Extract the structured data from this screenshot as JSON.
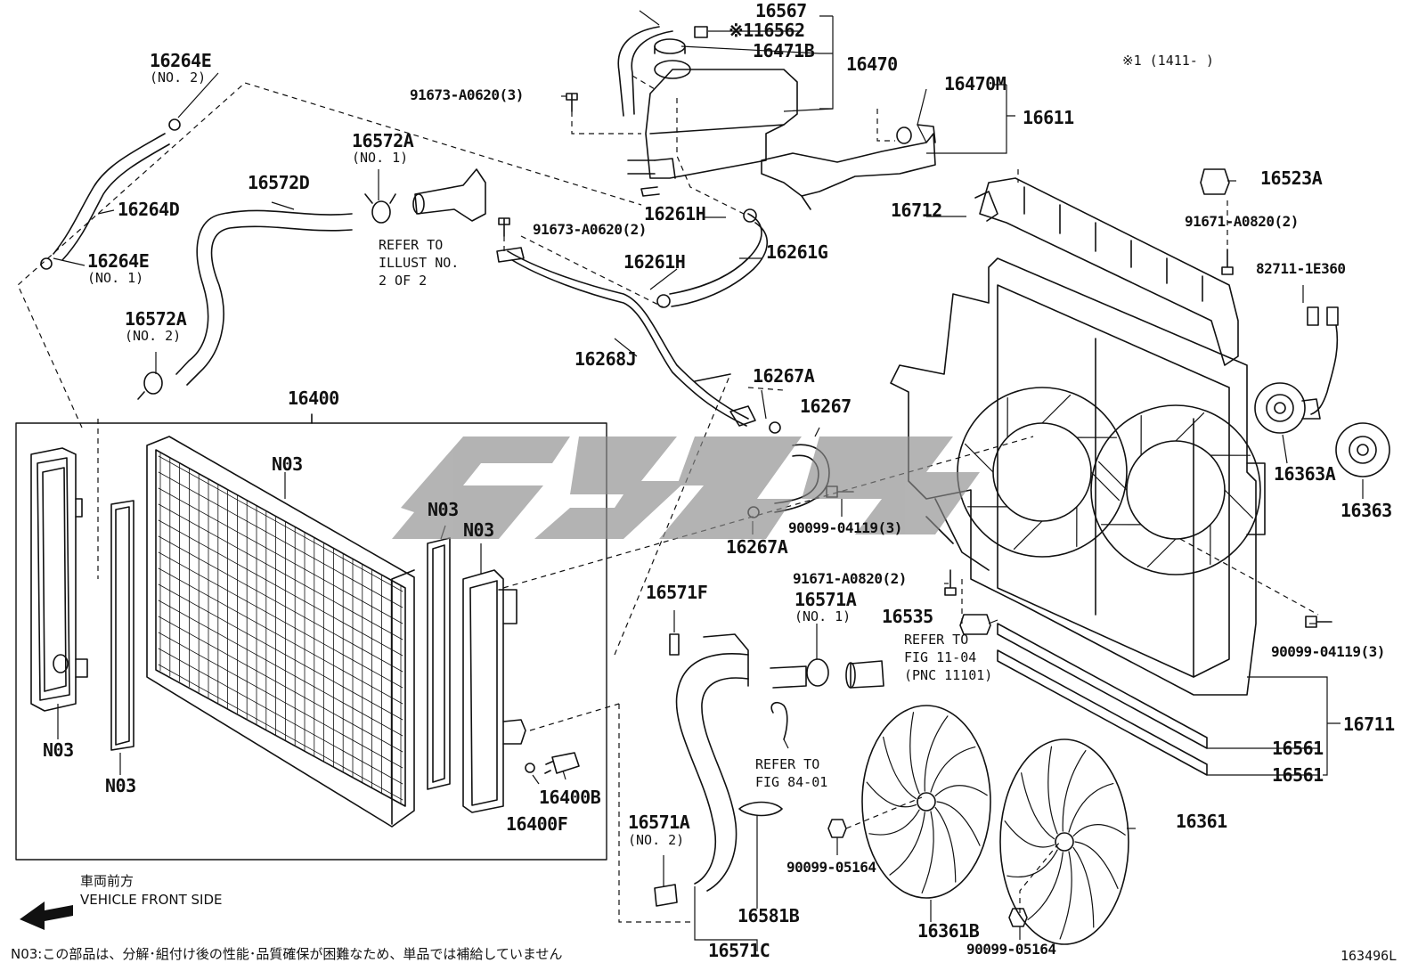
{
  "callouts": [
    {
      "id": "16567",
      "text": "16567"
    },
    {
      "id": "16562",
      "text": "※116562"
    },
    {
      "id": "16471B",
      "text": "16471B"
    },
    {
      "id": "16470",
      "text": "16470"
    },
    {
      "id": "range_note",
      "text": "※1 (1411-    )"
    },
    {
      "id": "91673a",
      "text": "91673-A0620(3)"
    },
    {
      "id": "16470M",
      "text": "16470M"
    },
    {
      "id": "16611",
      "text": "16611"
    },
    {
      "id": "16264E_2",
      "text": "16264E"
    },
    {
      "id": "16264E_2n",
      "text": "(NO. 2)"
    },
    {
      "id": "16572A_1",
      "text": "16572A"
    },
    {
      "id": "16572A_1n",
      "text": "(NO. 1)"
    },
    {
      "id": "16572D",
      "text": "16572D"
    },
    {
      "id": "16264D",
      "text": "16264D"
    },
    {
      "id": "refer1a",
      "text": "REFER TO"
    },
    {
      "id": "refer1b",
      "text": "ILLUST NO."
    },
    {
      "id": "refer1c",
      "text": "2 OF 2"
    },
    {
      "id": "16261H_a",
      "text": "16261H"
    },
    {
      "id": "91673b",
      "text": "91673-A0620(2)"
    },
    {
      "id": "16712",
      "text": "16712"
    },
    {
      "id": "16523A",
      "text": "16523A"
    },
    {
      "id": "91671a",
      "text": "91671-A0820(2)"
    },
    {
      "id": "16264E_1",
      "text": "16264E"
    },
    {
      "id": "16264E_1n",
      "text": "(NO. 1)"
    },
    {
      "id": "16261H_b",
      "text": "16261H"
    },
    {
      "id": "16261G",
      "text": "16261G"
    },
    {
      "id": "82711",
      "text": "82711-1E360"
    },
    {
      "id": "16572A_2",
      "text": "16572A"
    },
    {
      "id": "16572A_2n",
      "text": "(NO. 2)"
    },
    {
      "id": "16268J",
      "text": "16268J"
    },
    {
      "id": "16267A_a",
      "text": "16267A"
    },
    {
      "id": "16400",
      "text": "16400"
    },
    {
      "id": "16267",
      "text": "16267"
    },
    {
      "id": "N03_a",
      "text": "N03"
    },
    {
      "id": "N03_b",
      "text": "N03"
    },
    {
      "id": "N03_c",
      "text": "N03"
    },
    {
      "id": "16363A",
      "text": "16363A"
    },
    {
      "id": "16363",
      "text": "16363"
    },
    {
      "id": "90099a",
      "text": "90099-04119(3)"
    },
    {
      "id": "16267A_b",
      "text": "16267A"
    },
    {
      "id": "91671b",
      "text": "91671-A0820(2)"
    },
    {
      "id": "16571F",
      "text": "16571F"
    },
    {
      "id": "16571A_1",
      "text": "16571A"
    },
    {
      "id": "16571A_1n",
      "text": "(NO. 1)"
    },
    {
      "id": "16535",
      "text": "16535"
    },
    {
      "id": "refer2a",
      "text": "REFER TO"
    },
    {
      "id": "refer2b",
      "text": "FIG 11-04"
    },
    {
      "id": "refer2c",
      "text": "(PNC 11101)"
    },
    {
      "id": "90099b",
      "text": "90099-04119(3)"
    },
    {
      "id": "16711",
      "text": "16711"
    },
    {
      "id": "N03_d",
      "text": "N03"
    },
    {
      "id": "N03_e",
      "text": "N03"
    },
    {
      "id": "16561a",
      "text": "16561"
    },
    {
      "id": "16561b",
      "text": "16561"
    },
    {
      "id": "refer3a",
      "text": "REFER TO"
    },
    {
      "id": "refer3b",
      "text": "FIG 84-01"
    },
    {
      "id": "16400B",
      "text": "16400B"
    },
    {
      "id": "16400F",
      "text": "16400F"
    },
    {
      "id": "16361",
      "text": "16361"
    },
    {
      "id": "16571A_2",
      "text": "16571A"
    },
    {
      "id": "16571A_2n",
      "text": "(NO. 2)"
    },
    {
      "id": "90099c",
      "text": "90099-05164"
    },
    {
      "id": "16581B",
      "text": "16581B"
    },
    {
      "id": "16361B",
      "text": "16361B"
    },
    {
      "id": "90099d",
      "text": "90099-05164"
    },
    {
      "id": "16571C",
      "text": "16571C"
    }
  ],
  "front_note": {
    "jp": "車両前方",
    "en": "VEHICLE FRONT SIDE"
  },
  "footer": {
    "note": "N03:この部品は、分解･組付け後の性能･品質確保が困難なため、単品では補給していません",
    "code": "163496L"
  },
  "watermark": "SYPS"
}
